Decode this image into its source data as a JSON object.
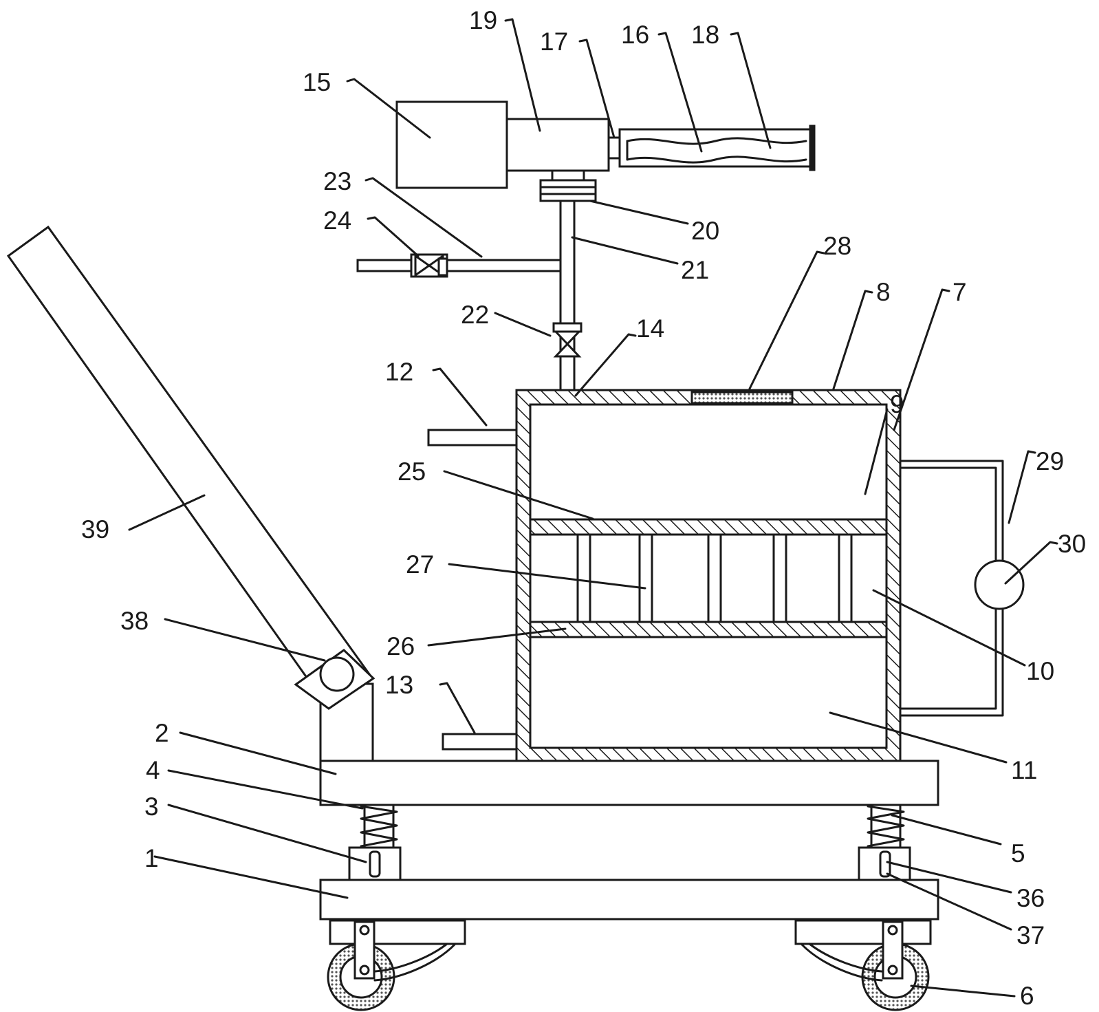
{
  "figure": {
    "labels": [
      {
        "id": "1",
        "text": "1"
      },
      {
        "id": "2",
        "text": "2"
      },
      {
        "id": "3",
        "text": "3"
      },
      {
        "id": "4",
        "text": "4"
      },
      {
        "id": "5",
        "text": "5"
      },
      {
        "id": "6",
        "text": "6"
      },
      {
        "id": "7",
        "text": "7"
      },
      {
        "id": "8",
        "text": "8"
      },
      {
        "id": "9",
        "text": "9"
      },
      {
        "id": "10",
        "text": "10"
      },
      {
        "id": "11",
        "text": "11"
      },
      {
        "id": "12",
        "text": "12"
      },
      {
        "id": "13",
        "text": "13"
      },
      {
        "id": "14",
        "text": "14"
      },
      {
        "id": "15",
        "text": "15"
      },
      {
        "id": "16",
        "text": "16"
      },
      {
        "id": "17",
        "text": "17"
      },
      {
        "id": "18",
        "text": "18"
      },
      {
        "id": "19",
        "text": "19"
      },
      {
        "id": "20",
        "text": "20"
      },
      {
        "id": "21",
        "text": "21"
      },
      {
        "id": "22",
        "text": "22"
      },
      {
        "id": "23",
        "text": "23"
      },
      {
        "id": "24",
        "text": "24"
      },
      {
        "id": "25",
        "text": "25"
      },
      {
        "id": "26",
        "text": "26"
      },
      {
        "id": "27",
        "text": "27"
      },
      {
        "id": "28",
        "text": "28"
      },
      {
        "id": "29",
        "text": "29"
      },
      {
        "id": "30",
        "text": "30"
      },
      {
        "id": "36",
        "text": "36"
      },
      {
        "id": "37",
        "text": "37"
      },
      {
        "id": "38",
        "text": "38"
      },
      {
        "id": "39",
        "text": "39"
      }
    ]
  },
  "colors": {
    "stroke": "#1a1a1a",
    "background": "#ffffff",
    "screen_dot": "#555555"
  }
}
